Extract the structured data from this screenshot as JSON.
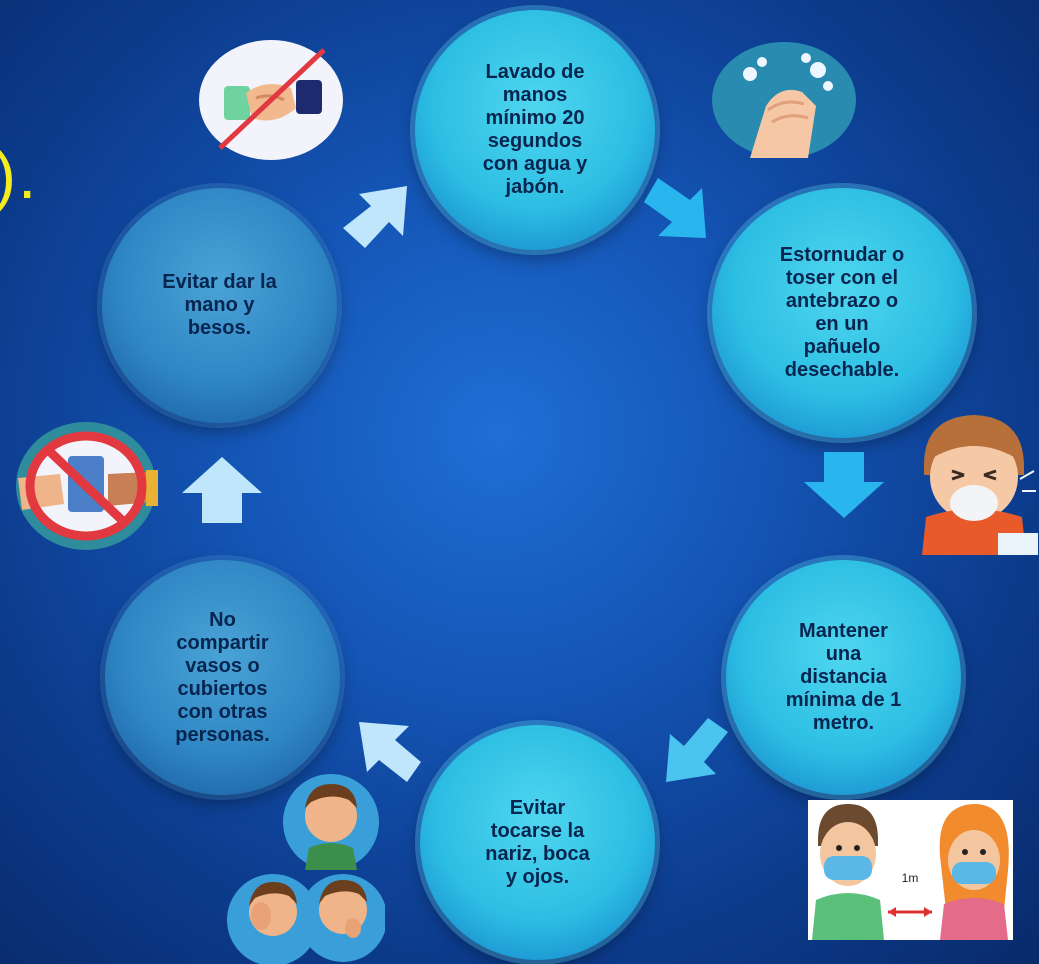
{
  "edge_glyph": ").",
  "steps": [
    {
      "text": "Lavado de\nmanos\nmínimo 20\nsegundos\ncon agua y\njabón."
    },
    {
      "text": "Estornudar o\ntoser con el\nantebrazo o\nen un\npañuelo\ndesechable."
    },
    {
      "text": "Mantener\nuna\ndistancia\nmínima de 1\nmetro."
    },
    {
      "text": "Evitar\ntocarse la\nnariz, boca\ny ojos."
    },
    {
      "text": "No\ncompartir\nvasos o\ncubiertos\ncon otras\npersonas."
    },
    {
      "text": "Evitar dar la\nmano y\nbesos."
    }
  ],
  "distance_label": "1m",
  "colors": {
    "node_bright": "#2cbee3",
    "node_dim": "#2f86c4",
    "text": "#07254f",
    "arrow_bright": "#29b6ee",
    "arrow_light": "#bfe6fb",
    "accent_yellow": "#f5ec1e"
  },
  "icons": [
    "no-handshake-icon",
    "handwashing-icon",
    "sneezing-boy-icon",
    "masked-people-distance-icon",
    "face-touching-people-icon",
    "no-sharing-cups-icon"
  ]
}
